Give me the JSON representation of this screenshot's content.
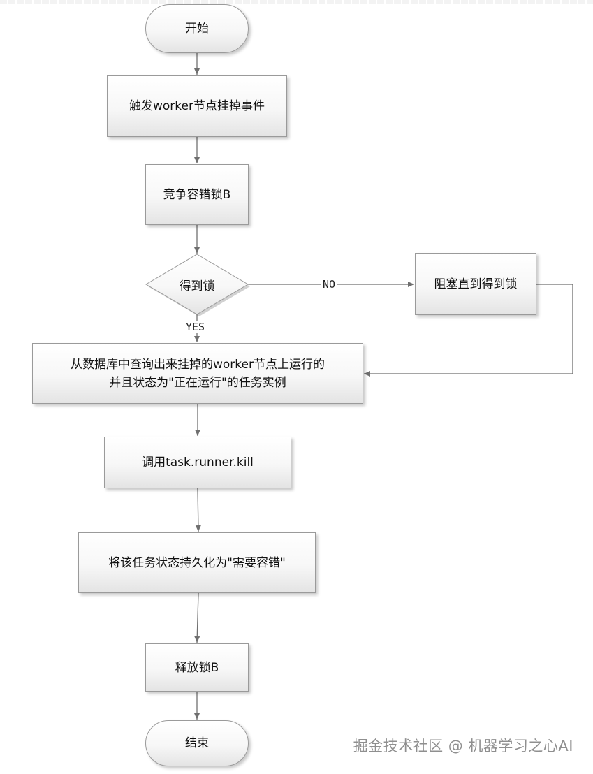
{
  "nodes": {
    "start": "开始",
    "trigger": "触发worker节点挂掉事件",
    "compete": "竞争容错锁B",
    "decision": "得到锁",
    "block": "阻塞直到得到锁",
    "query_line1": "从数据库中查询出来挂掉的worker节点上运行的",
    "query_line2": "并且状态为\"正在运行\"的任务实例",
    "kill": "调用task.runner.kill",
    "persist": "将该任务状态持久化为\"需要容错\"",
    "release": "释放锁B",
    "end": "结束"
  },
  "edges": {
    "no_label": "NO",
    "yes_label": "YES"
  },
  "watermark": "掘金技术社区 @ 机器学习之心AI",
  "colors": {
    "box_border": "#9a9a9a",
    "line": "#6f6f6f",
    "text": "#111111"
  }
}
